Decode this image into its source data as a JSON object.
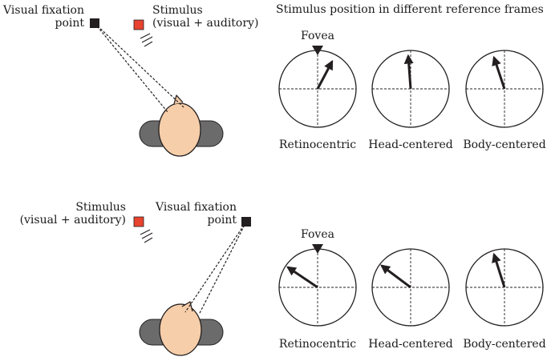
{
  "heading": "Stimulus position in different reference frames",
  "labels": {
    "visual_fixation_line1": "Visual fixation",
    "visual_fixation_line2": "point",
    "stimulus_line1": "Stimulus",
    "stimulus_line2": "(visual + auditory)",
    "fovea": "Fovea",
    "frames": [
      "Retinocentric",
      "Head-centered",
      "Body-centered"
    ]
  },
  "colors": {
    "fixation_square": "#231f20",
    "stimulus_square": "#e8432f",
    "head_skin": "#f6cea9",
    "body_gray": "#6b6b6b",
    "line": "#231f20"
  },
  "panels": [
    {
      "id": "top",
      "frame_arrows_direction": [
        "up-right",
        "up",
        "up-slightly-left"
      ]
    },
    {
      "id": "bottom",
      "frame_arrows_direction": [
        "up-left",
        "up-left",
        "up-slightly-left"
      ]
    }
  ]
}
